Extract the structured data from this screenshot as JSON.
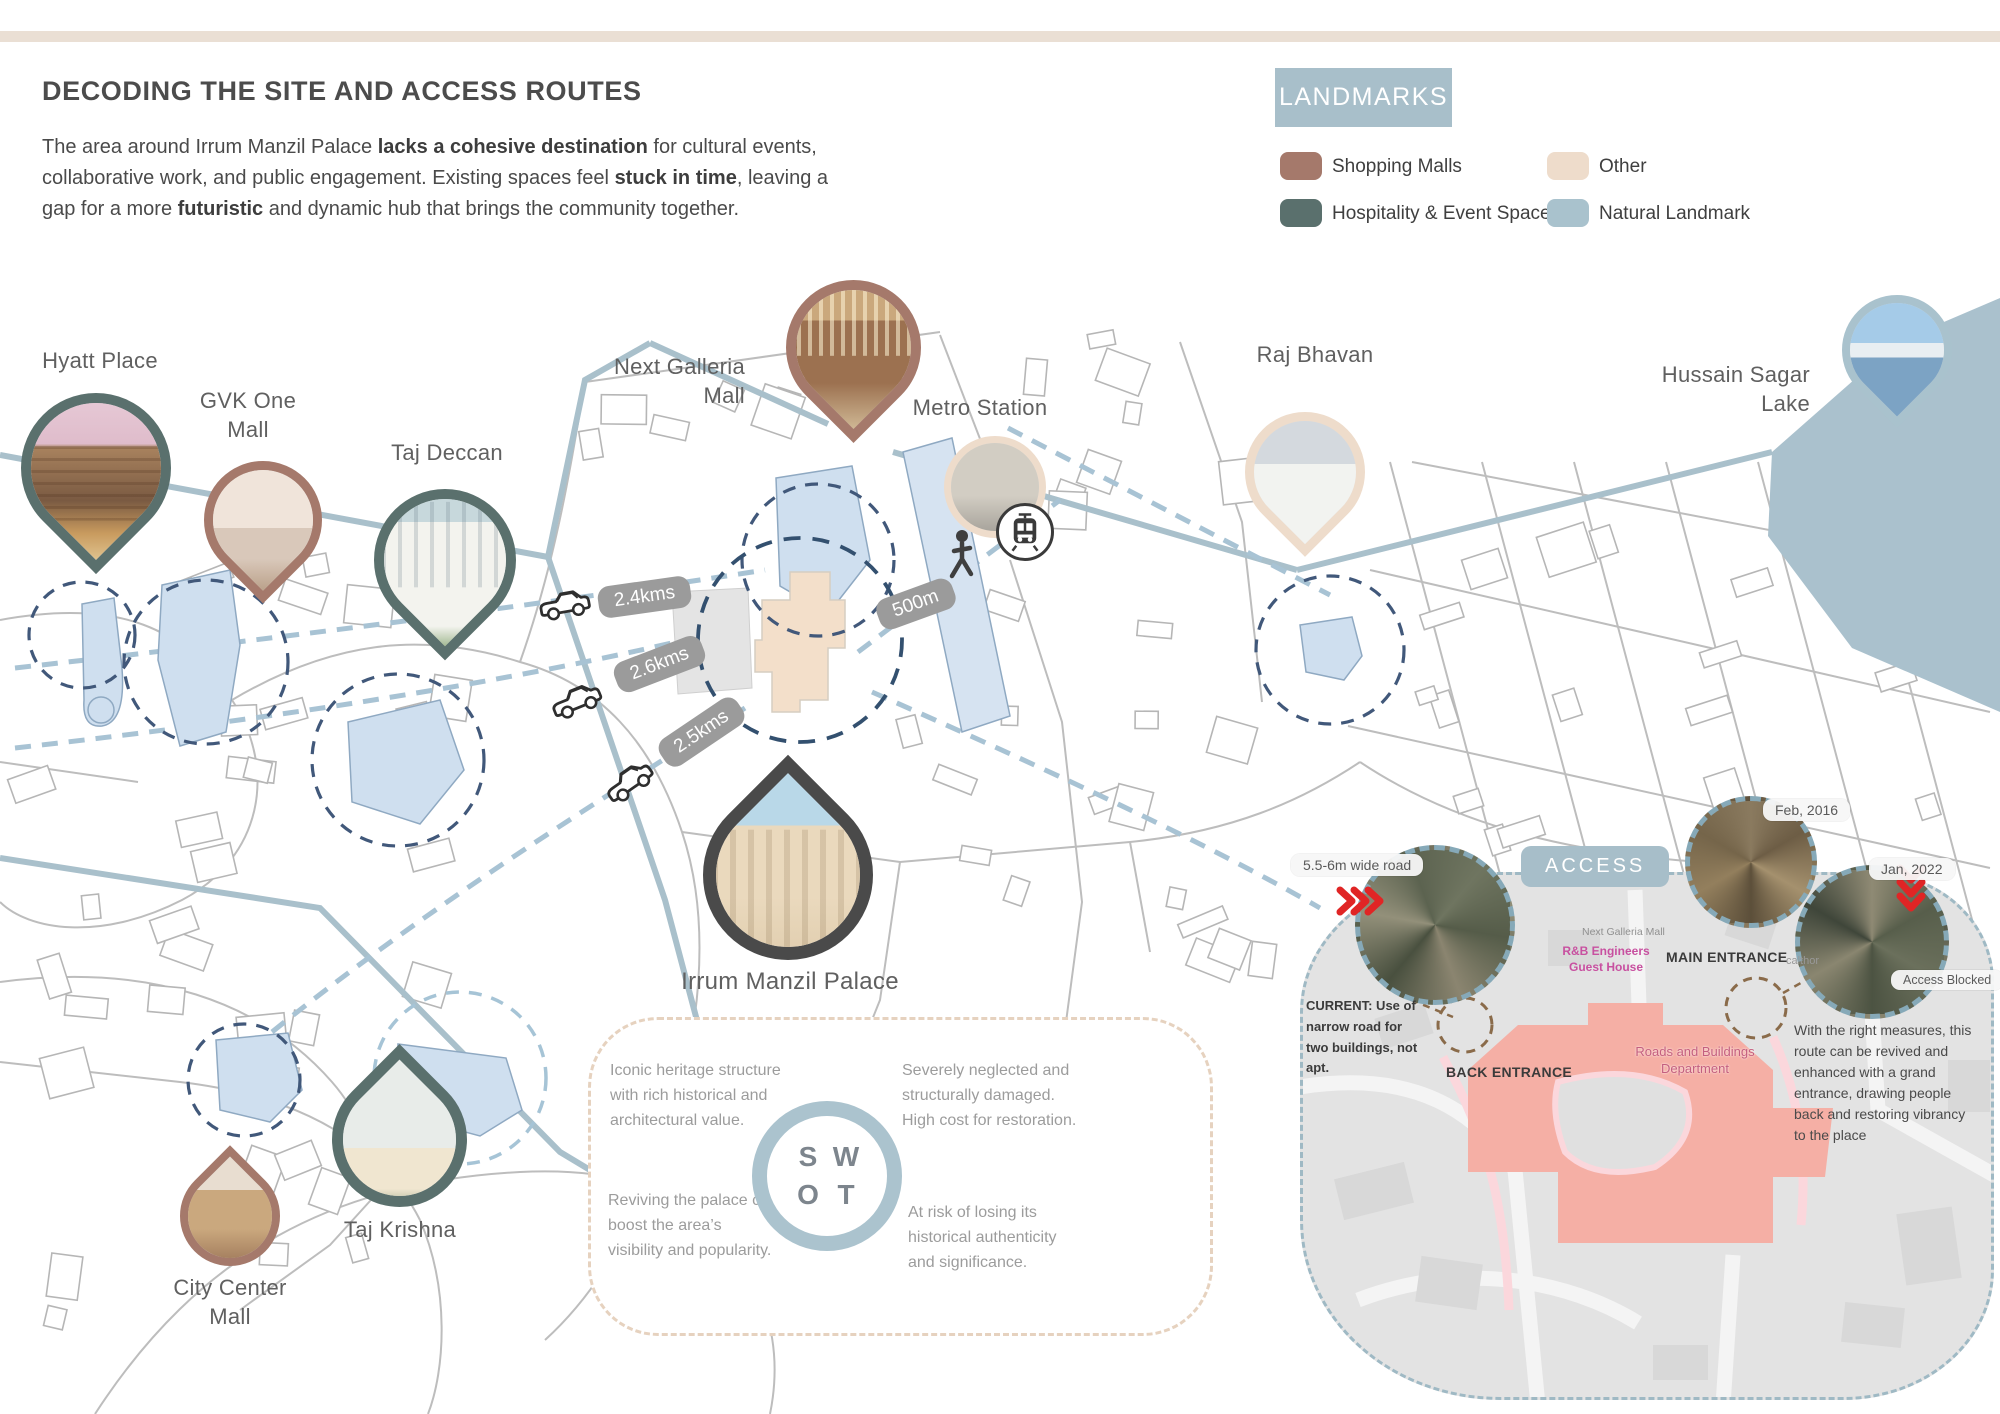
{
  "header": {
    "title": "DECODING THE SITE AND ACCESS ROUTES",
    "intro": {
      "t1": "The area around Irrum Manzil Palace ",
      "b1": "lacks a cohesive destination",
      "t2": " for cultural events, collaborative work, and public engagement. Existing spaces feel ",
      "b2": "stuck in time",
      "t3": ", leaving a gap for a more ",
      "b3": "futuristic",
      "t4": " and dynamic hub that brings the community together."
    }
  },
  "legend": {
    "title": "LANDMARKS",
    "items": [
      {
        "label": "Shopping Malls",
        "color": "#a5796b"
      },
      {
        "label": "Other",
        "color": "#eedccb"
      },
      {
        "label": "Hospitality & Event Spaces",
        "color": "#5a706d"
      },
      {
        "label": "Natural Landmark",
        "color": "#a9c2cd"
      }
    ]
  },
  "map": {
    "pins": [
      {
        "id": "hyatt-place",
        "label": "Hyatt Place",
        "category": "hospitality"
      },
      {
        "id": "gvk-one-mall",
        "label": "GVK One Mall",
        "category": "shopping"
      },
      {
        "id": "taj-deccan",
        "label": "Taj Deccan",
        "category": "hospitality"
      },
      {
        "id": "next-galleria-mall",
        "label": "Next Galleria Mall",
        "category": "shopping"
      },
      {
        "id": "metro-station",
        "label": "Metro Station",
        "category": "other"
      },
      {
        "id": "raj-bhavan",
        "label": "Raj Bhavan",
        "category": "other"
      },
      {
        "id": "hussain-sagar-lake",
        "label": "Hussain Sagar Lake",
        "category": "natural"
      },
      {
        "id": "irrum-manzil-palace",
        "label": "Irrum Manzil Palace",
        "category": "site"
      },
      {
        "id": "taj-krishna",
        "label": "Taj Krishna",
        "category": "hospitality"
      },
      {
        "id": "city-center-mall",
        "label": "City Center Mall",
        "category": "shopping"
      }
    ],
    "distance_labels": [
      "2.4kms",
      "2.6kms",
      "2.5kms",
      "500m"
    ],
    "site_pin_color": "#4a4a4a",
    "route_color": "#a8c3d4",
    "circle_color": "#3f5878",
    "corridor_color": "#a9c0cb",
    "lake_color": "#aac1cd",
    "palace_fill": "#f3dfca"
  },
  "swot": {
    "letters": [
      "S",
      "W",
      "O",
      "T"
    ],
    "strengths": "Iconic heritage structure with rich historical and architectural value.",
    "weaknesses": "Severely neglected and structurally damaged. High cost for restoration.",
    "opportunities": "Reviving the palace can boost the area’s visibility and popularity.",
    "threats": "At risk of losing its historical authenticity and significance."
  },
  "access": {
    "title": "ACCESS",
    "road_width": "5.5-6m wide road",
    "date_old": "Feb, 2016",
    "date_new": "Jan, 2022",
    "access_blocked": "Access Blocked",
    "guest_house": "R&B Engineers Guest House",
    "department": "Roads and Buildings Department",
    "galleria_small": "Next Galleria Mall",
    "map_text_fragment": "calthor",
    "main_entrance": "MAIN ENTRANCE",
    "back_entrance": "BACK ENTRANCE",
    "current_note": "CURRENT: Use of narrow road for two buildings, not apt.",
    "future_note": "With the right measures, this route can be revived and enhanced with a grand entrance, drawing people back and restoring vibrancy to the place",
    "accent_red": "#e02525",
    "entrance_dash_color": "#8a6b4a",
    "complex_fill": "#f5afa5"
  }
}
